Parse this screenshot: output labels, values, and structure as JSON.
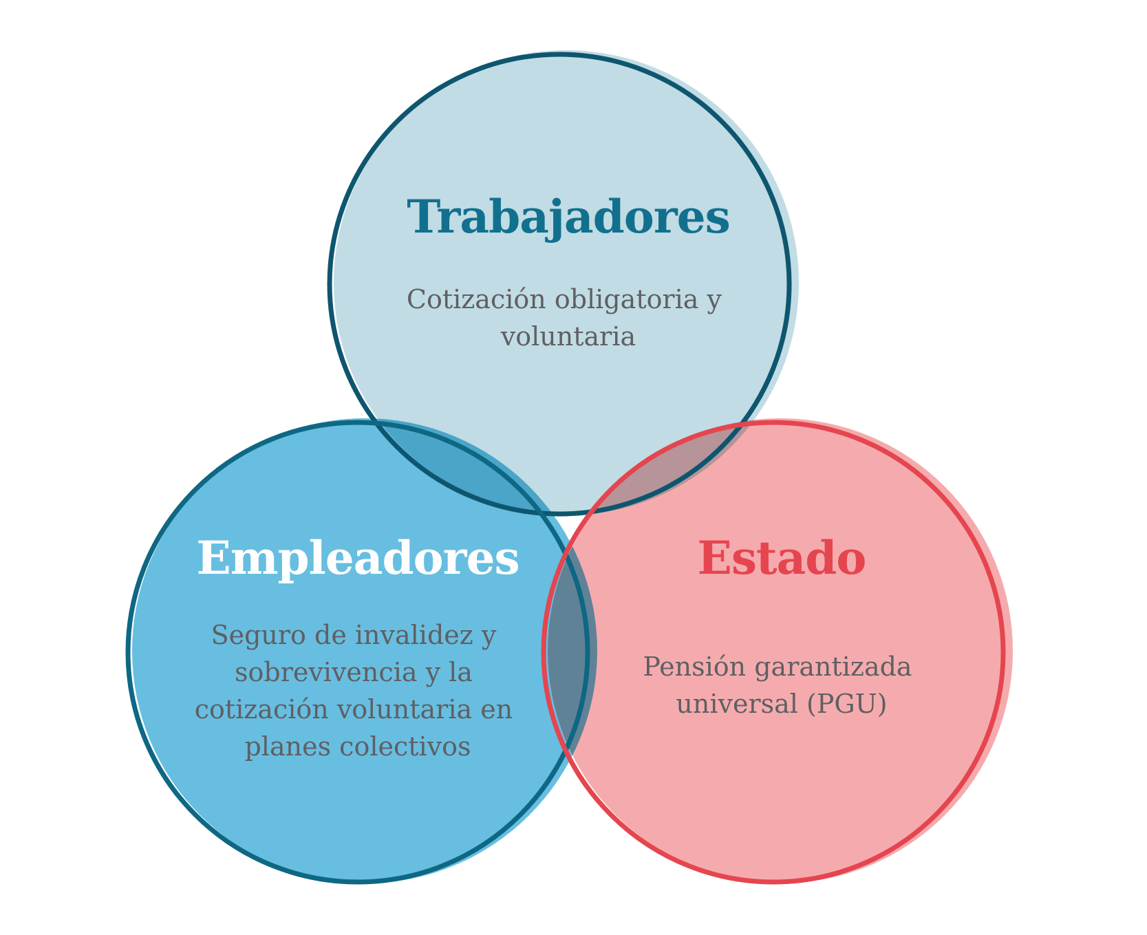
{
  "colors": {
    "trabajadores_fill": "#c1dce4",
    "trabajadores_stroke": "#0e566f",
    "trabajadores_title": "#12708f",
    "empleadores_fill": "#67bee0",
    "empleadores_stroke": "#0e6783",
    "empleadores_title": "#ffffff",
    "estado_fill": "#f5abad",
    "estado_stroke": "#e5454f",
    "estado_title": "#e5454f",
    "description_text": "#5f5f63"
  },
  "diagram": {
    "sets": [
      {
        "id": "trabajadores",
        "title": "Trabajadores",
        "description_lines": [
          "Cotización obligatoria y",
          "voluntaria"
        ]
      },
      {
        "id": "empleadores",
        "title": "Empleadores",
        "description_lines": [
          "Seguro de invalidez y",
          "sobrevivencia y la",
          "cotización voluntaria en",
          "planes colectivos"
        ]
      },
      {
        "id": "estado",
        "title": "Estado",
        "description_lines": [
          "Pensión garantizada",
          "universal (PGU)"
        ]
      }
    ]
  }
}
